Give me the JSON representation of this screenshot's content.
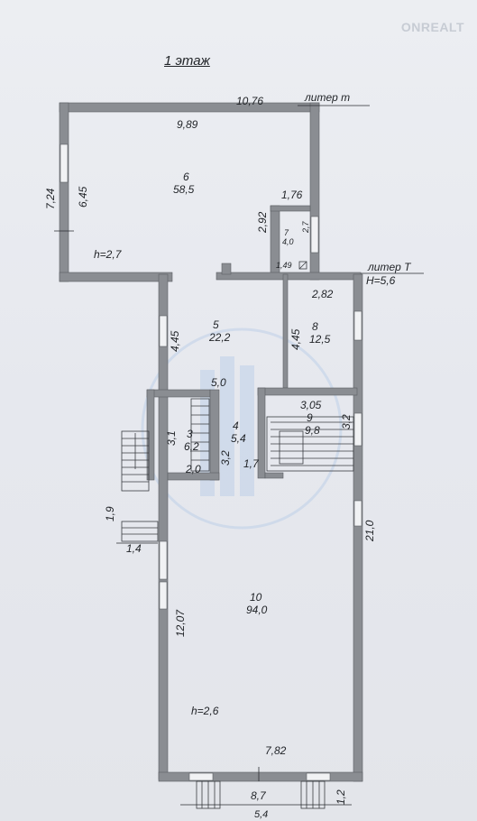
{
  "title": "1 этаж",
  "watermark": {
    "text": "ONREALT"
  },
  "liters": {
    "upper": "литер т",
    "lower": "литер Т",
    "height": "H=5,6"
  },
  "heights": {
    "room6": "h=2,7",
    "room10": "h=2,6"
  },
  "rooms": [
    {
      "id": "6",
      "area": "58,5"
    },
    {
      "id": "7",
      "area": "4,0"
    },
    {
      "id": "5",
      "area": "22,2"
    },
    {
      "id": "8",
      "area": "12,5"
    },
    {
      "id": "3",
      "area": "6,2"
    },
    {
      "id": "4",
      "area": "5,4"
    },
    {
      "id": "9",
      "area": "9,8"
    },
    {
      "id": "10",
      "area": "94,0"
    }
  ],
  "dimensions": {
    "d1076": "10,76",
    "d989": "9,89",
    "d724": "7,24",
    "d645": "6,45",
    "d176": "1,76",
    "d292": "2,92",
    "d27": "2,7",
    "d149": "1,49",
    "d282": "2,82",
    "d445a": "4,45",
    "d445b": "4,45",
    "d50": "5,0",
    "d305": "3,05",
    "d32a": "3,2",
    "d31": "3,1",
    "d32b": "3,2",
    "d20": "2,0",
    "d17": "1,7",
    "d19": "1,9",
    "d14": "1,4",
    "d210": "21,0",
    "d1207": "12,07",
    "d782": "7,82",
    "d87": "8,7",
    "d12": "1,2",
    "d54": "5,4"
  }
}
